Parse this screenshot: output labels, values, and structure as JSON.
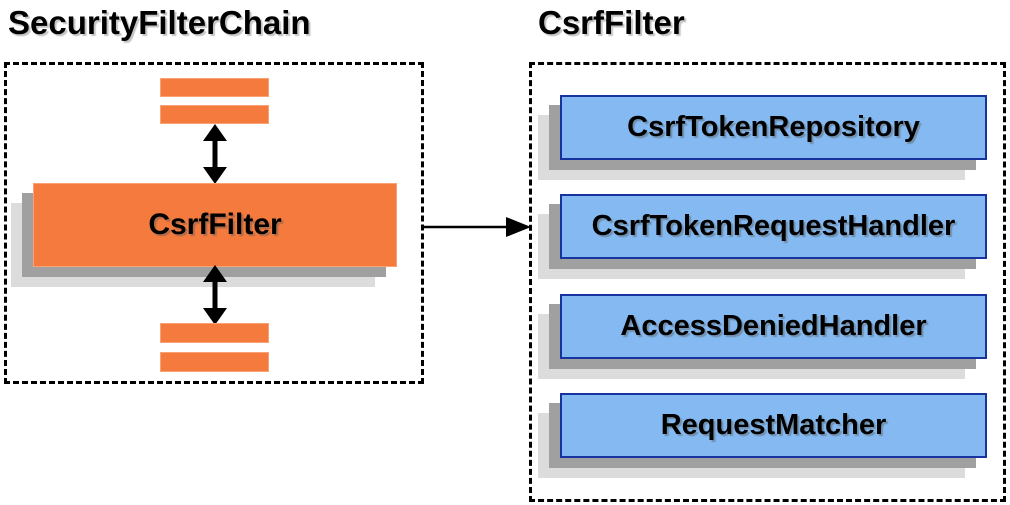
{
  "left_panel": {
    "title": "SecurityFilterChain",
    "filter_box_label": "CsrfFilter"
  },
  "right_panel": {
    "title": "CsrfFilter",
    "components": [
      "CsrfTokenRepository",
      "CsrfTokenRequestHandler",
      "AccessDeniedHandler",
      "RequestMatcher"
    ]
  },
  "colors": {
    "orange_fill": "#F47A3D",
    "orange_border": "#F9A273",
    "blue_fill": "#84BAF1",
    "blue_border": "#16339E",
    "shadow_dark": "#A0A0A0",
    "shadow_light": "#DCDCDC",
    "dashed_border": "#000000",
    "arrow": "#000000"
  }
}
